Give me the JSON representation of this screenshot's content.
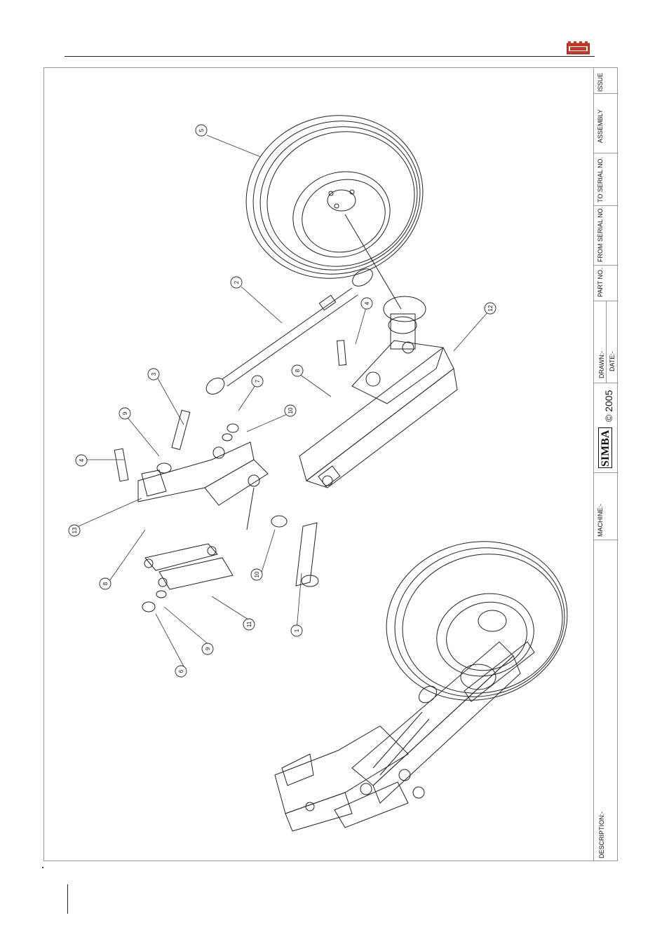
{
  "logo": {
    "brand": "SIMBA"
  },
  "title_block": {
    "issue": "ISSUE",
    "assembly": "ASSEMBLY",
    "to_serial": "TO SERIAL NO.",
    "from_serial": "FROM SERIAL NO.",
    "part_no": "PART NO.",
    "drawn": "DRAWN:-",
    "date": "DATE:-",
    "copyright": "© 2005",
    "brand": "SIMBA",
    "machine": "MACHINE:-",
    "description": "DESCRIPTION:-"
  },
  "callouts": [
    "5",
    "2",
    "4",
    "12",
    "3",
    "7",
    "8",
    "9",
    "10",
    "4",
    "13",
    "8",
    "10",
    "11",
    "1",
    "9",
    "6"
  ],
  "colors": {
    "logo_red": "#c0392b",
    "line": "#222222",
    "frame": "#999999"
  }
}
